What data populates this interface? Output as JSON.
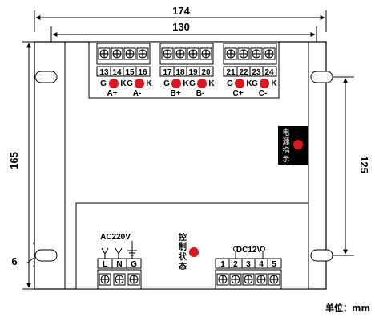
{
  "dimensions": {
    "overall_width": "174",
    "inner_width": "130",
    "overall_height": "165",
    "mount_spacing": "125",
    "slot_width": "6"
  },
  "top_terminals": {
    "numbers": [
      "13",
      "14",
      "15",
      "16",
      "17",
      "18",
      "19",
      "20",
      "21",
      "22",
      "23",
      "24"
    ],
    "gk_g": "G",
    "gk_k": "K",
    "channels": [
      "A+",
      "A-",
      "B+",
      "B-",
      "C+",
      "C-"
    ]
  },
  "power_indicator": {
    "chars": [
      "电",
      "源",
      "指",
      "示"
    ]
  },
  "ac_input": {
    "label": "AC220V",
    "terminals": [
      "L",
      "N",
      "G"
    ]
  },
  "control_status": {
    "chars": [
      "控",
      "制",
      "状",
      "态"
    ]
  },
  "dc_block": {
    "label": "DC12V",
    "terminals": [
      "1",
      "2",
      "3",
      "4",
      "5"
    ]
  },
  "unit_label": "单位：mm",
  "colors": {
    "led": "#e0141a",
    "indicator_panel": "#000000"
  }
}
